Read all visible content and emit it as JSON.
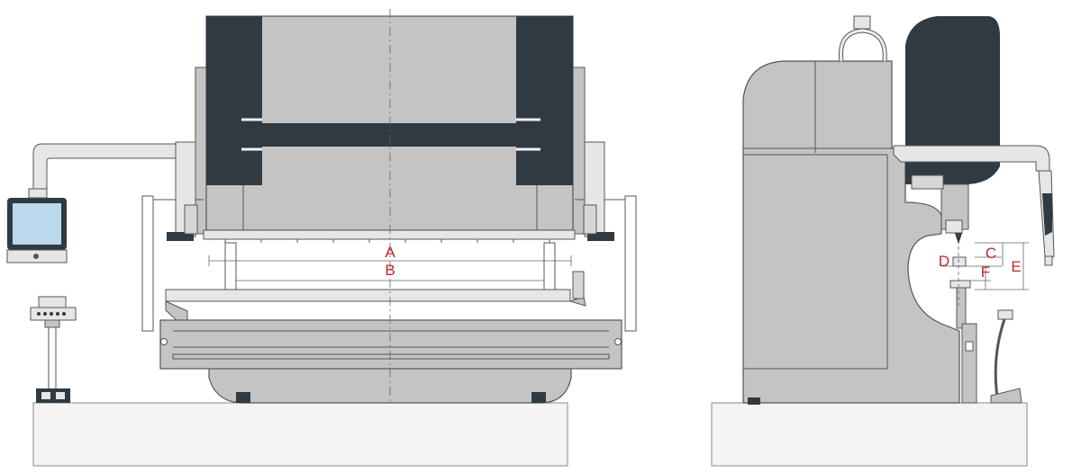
{
  "diagram": {
    "dimension_labels": {
      "front": {
        "a": "A",
        "b": "B"
      },
      "side": {
        "c": "C",
        "d": "D",
        "e": "E",
        "f": "F"
      }
    },
    "colors": {
      "machine_body": "#c4c4c4",
      "dark_panels": "#2f3a42",
      "outline": "#555555",
      "base": "#f4f4f4",
      "label": "#c0282d",
      "screen": "#bcd8ec"
    }
  }
}
